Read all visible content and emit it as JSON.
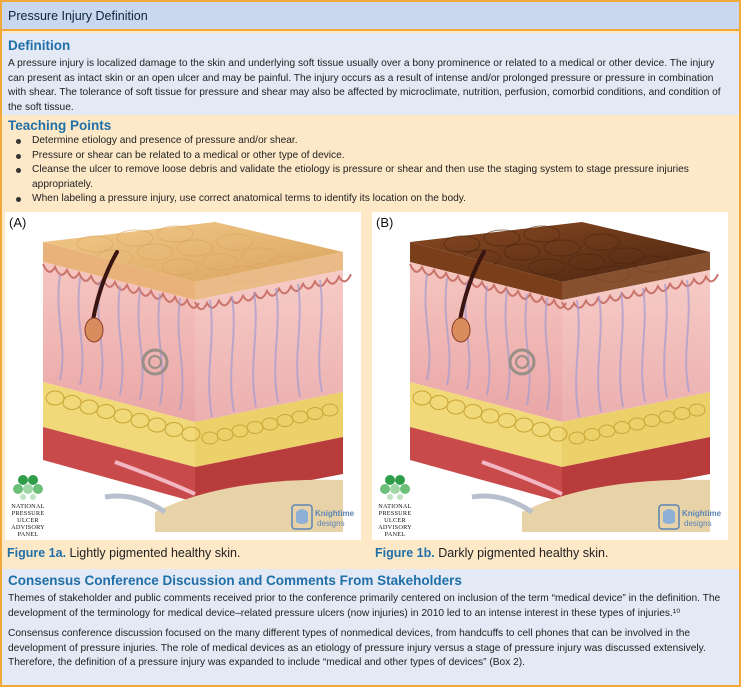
{
  "header": {
    "title": "Pressure Injury Definition"
  },
  "definition": {
    "heading": "Definition",
    "text": "A pressure injury is localized damage to the skin and underlying soft tissue usually over a bony prominence or related to a medical or other device. The injury can present as intact skin or an open ulcer and may be painful. The injury occurs as a result of intense and/or prolonged pressure or pressure in combination with shear. The tolerance of soft tissue for pressure and shear may also be affected by microclimate, nutrition, perfusion, comorbid conditions, and condition of the soft tissue."
  },
  "teaching": {
    "heading": "Teaching Points",
    "items": [
      "Determine etiology and presence of pressure and/or shear.",
      "Pressure or shear can be related to a medical or other type of device.",
      "Cleanse the ulcer to remove loose debris and validate the etiology is pressure or shear and then use the staging system to stage pressure injuries appropriately.",
      "When labeling a pressure injury, use correct anatomical terms to identify its location on the body."
    ]
  },
  "figures": [
    {
      "letter": "(A)",
      "caption_label": "Figure 1a.",
      "caption_text": " Lightly pigmented healthy skin.",
      "skin_top": "#f2c98a",
      "skin_top_dark": "#d9a45e",
      "skin_side": "#e8b27a"
    },
    {
      "letter": "(B)",
      "caption_label": "Figure 1b.",
      "caption_text": " Darkly pigmented healthy skin.",
      "skin_top": "#8a4a22",
      "skin_top_dark": "#4a2410",
      "skin_side": "#7a3e1a"
    }
  ],
  "logo": {
    "npuap_lines": [
      "NATIONAL",
      "PRESSURE",
      "ULCER",
      "ADVISORY",
      "PANEL"
    ],
    "knightime": [
      "Knightime",
      "designs"
    ]
  },
  "consensus": {
    "heading": "Consensus Conference Discussion and Comments From Stakeholders",
    "para1": "Themes of stakeholder and public comments received prior to the conference primarily centered on inclusion of the term “medical device” in the definition. The development of the terminology for medical device–related pressure ulcers (now injuries) in 2010 led to an intense interest in these types of injuries.¹⁰",
    "para2": "Consensus conference discussion focused on the many different types of nonmedical devices, from handcuffs to cell phones that can be involved in the development of pressure injuries. The role of medical devices as an etiology of pressure injury versus a stage of pressure injury was discussed extensively. Therefore, the definition of a pressure injury was expanded to include “medical and other types of devices” (Box 2)."
  },
  "colors": {
    "accent_blue": "#1f6fa8",
    "border_orange": "#f2a93b",
    "section_blue": "#e3e9f5",
    "section_peach": "#fde8c8"
  }
}
